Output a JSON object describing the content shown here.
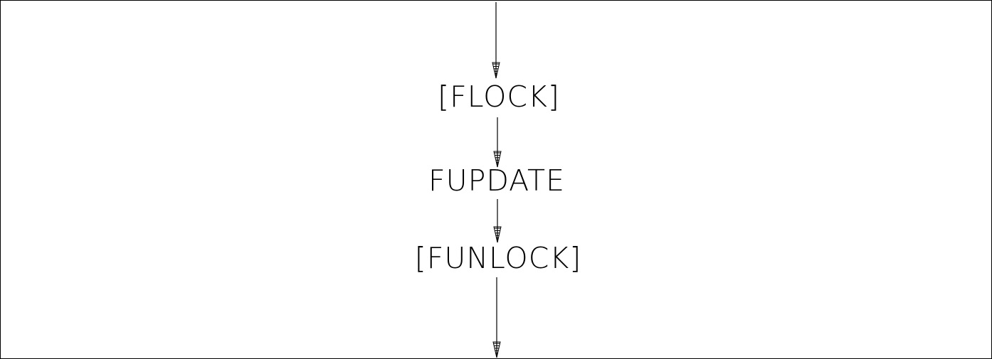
{
  "nodes": [
    {
      "id": "flock",
      "label": "[FLOCK]"
    },
    {
      "id": "fupdate",
      "label": "FUPDATE"
    },
    {
      "id": "funlock",
      "label": "[FUNLOCK]"
    }
  ],
  "edges": [
    {
      "from": "",
      "to": "flock"
    },
    {
      "from": "flock",
      "to": "fupdate"
    },
    {
      "from": "fupdate",
      "to": "funlock"
    },
    {
      "from": "funlock",
      "to": ""
    }
  ],
  "colors": {
    "stroke": "#000000",
    "background": "#ffffff"
  }
}
